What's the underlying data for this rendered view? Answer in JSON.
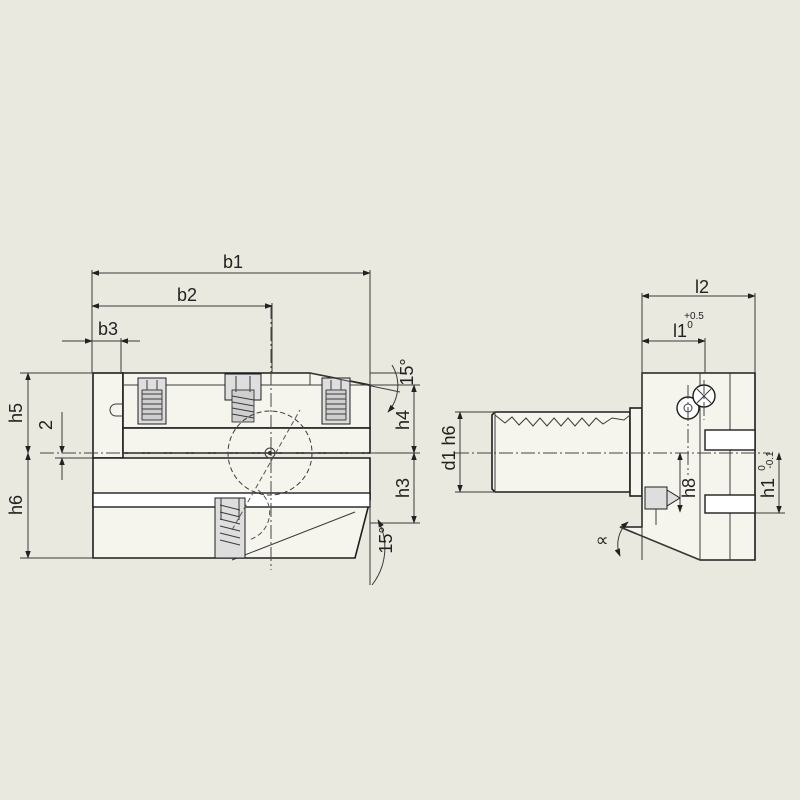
{
  "drawing": {
    "front_view": {
      "dimensions": {
        "b1": "b1",
        "b2": "b2",
        "b3": "b3",
        "h5": "h5",
        "two": "2",
        "h6": "h6",
        "h4": "h4",
        "h3": "h3",
        "angle_top": "15°",
        "angle_bottom": "15°"
      }
    },
    "side_view": {
      "dimensions": {
        "l2": "l2",
        "l1": "l1",
        "l1_tol_upper": "+0.5",
        "l1_tol_lower": "0",
        "d1h6": "d1 h6",
        "h8": "h8",
        "h1": "h1",
        "h1_tol_upper": "0",
        "h1_tol_lower": "-0.1",
        "alpha": "∝"
      }
    }
  }
}
